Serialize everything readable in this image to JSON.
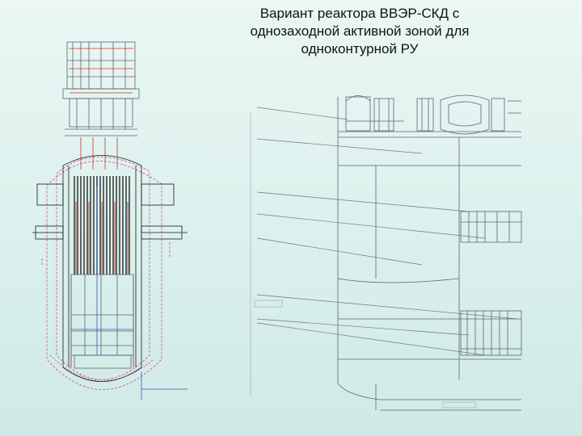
{
  "slide": {
    "title_lines": [
      "Вариант реактора ВВЭР-СКД с",
      "однозаходной активной зоной для",
      "одноконтурной РУ"
    ]
  },
  "colors": {
    "background_top": "#eaf7f4",
    "background_bottom": "#cfeae6",
    "drawing_line": "#5a6470",
    "drawing_red": "#c0392b",
    "drawing_magenta": "#cc4499",
    "drawing_blue": "#3355cc",
    "drawing_black": "#1a1a1a"
  }
}
